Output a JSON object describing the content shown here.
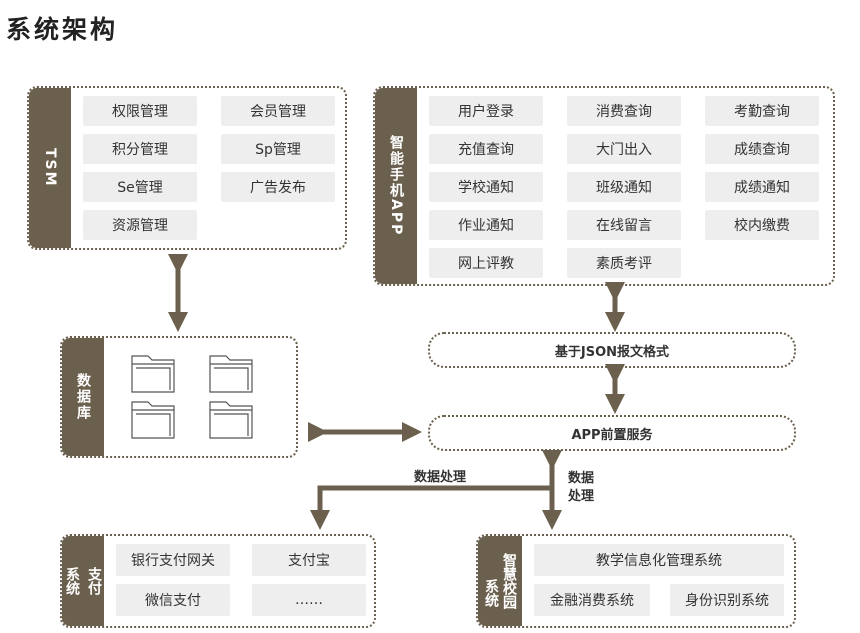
{
  "title": "系统架构",
  "tsm": {
    "label": "TSM",
    "items": [
      "权限管理",
      "会员管理",
      "积分管理",
      "Sp管理",
      "Se管理",
      "广告发布",
      "资源管理"
    ]
  },
  "app": {
    "label": "智能手机APP",
    "items": [
      "用户登录",
      "消费查询",
      "考勤查询",
      "充值查询",
      "大门出入",
      "成绩查询",
      "学校通知",
      "班级通知",
      "成绩通知",
      "作业通知",
      "在线留言",
      "校内缴费",
      "网上评教",
      "素质考评"
    ]
  },
  "db": {
    "label": "数据库"
  },
  "json_layer": "基于JSON报文格式",
  "app_service": "APP前置服务",
  "flow_labels": {
    "left": "数据处理",
    "right_line1": "数据",
    "right_line2": "处理"
  },
  "pay": {
    "label_col1": "支付",
    "label_col2": "系统",
    "items": [
      "银行支付网关",
      "支付宝",
      "微信支付",
      "……"
    ]
  },
  "campus": {
    "label_col1": "智慧",
    "label_col2": "系统",
    "label_col2b": "校园",
    "items": [
      "教学信息化管理系统",
      "金融消费系统",
      "身份识别系统"
    ]
  },
  "colors": {
    "accent": "#6b5f4d",
    "cell": "#eeeeee"
  }
}
